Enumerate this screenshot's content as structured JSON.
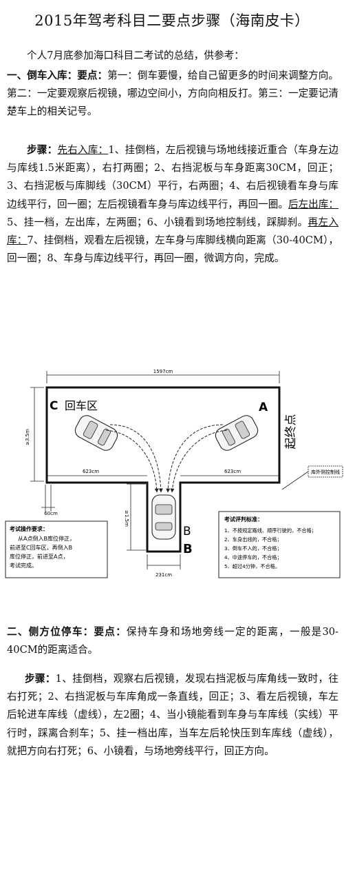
{
  "title": "2015年驾考科目二要点步骤（海南皮卡）",
  "intro": "个人7月底参加海口科目二考试的总结，供参考：",
  "section1": {
    "heading": "一、倒车入库：",
    "key_label": "要点：",
    "key_text": "第一：倒车要慢，给自己留更多的时间来调整方向。第二：一定要观察后视镜，哪边空间小，方向向相反打。第三：一定要记清楚车上的相关记号。",
    "steps_label": "步骤：",
    "phase1": "先右入库：",
    "steps_a": "1、挂倒档，左后视镜与场地线接近重合（车身左边与库线1.5米距离），右打两圈；2、右挡泥板与车身距离30CM，回正；3、右挡泥板与库脚线（30CM）平行，右两圈；4、右后视镜看车身与库边线平行，回一圈；左后视镜看车身与库边线平行，再回一圈。",
    "phase2": "后左出库：",
    "steps_b": "5、挂一档，左出库，左两圈；6、小镜看到场地控制线，踩脚刹。",
    "phase3": "再左入库：",
    "steps_c": "7、挂倒档，观看左后视镜，左车身与库脚线横向距离（30-40CM），回一圈；8、车身与库边线平行，再回一圈，微调方向，完成。"
  },
  "diagram": {
    "top_width": "1597cm",
    "left_height": "≥3.5m",
    "left_half": "623cm",
    "right_half": "623cm",
    "lower_gap": "60cm",
    "garage_depth": "≥1.5m",
    "garage_width": "231cm",
    "label_c": "C",
    "label_return": "回车区",
    "label_a": "A",
    "label_start": "起终点",
    "label_b_small": "B",
    "label_b_big": "B",
    "callout": "库外侧控制线",
    "ops_title": "考试操作要求：",
    "ops_lines": [
      "从A点倒入B库位停正，",
      "前进至C回车区，再倒入B",
      "库位停正，前进至A点，",
      "考试完成。"
    ],
    "rules_title": "考试评判标准：",
    "rules_lines": [
      "1、不按规定路线、顺序行驶的，不合格；",
      "2、车身出线的，不合格；",
      "3、倒车不入的，不合格；",
      "4、中途停车的，不合格；",
      "5、超过4分钟，不合格。"
    ]
  },
  "section2": {
    "heading": "二、侧方位停车：",
    "key_label": "要点：",
    "key_text": "保持车身和场地旁线一定的距离，一般是30-40CM的距离适合。",
    "steps_label": "步骤：",
    "steps": "1、挂倒档，观察右后视镜，发现右挡泥板与库角线一致时，往右打死；2、右挡泥板与车库角成一条直线，回正；3、看左后视镜，车左后轮进车库线（虚线），左2圈；4、当小镜能看到车身与车库线（实线）平行时，踩离合刹车；5、挂一档出库，当车左后轮快压到车库线（虚线），就把方向右打死；6、小镜看，与场地旁线平行，回正方向。"
  }
}
